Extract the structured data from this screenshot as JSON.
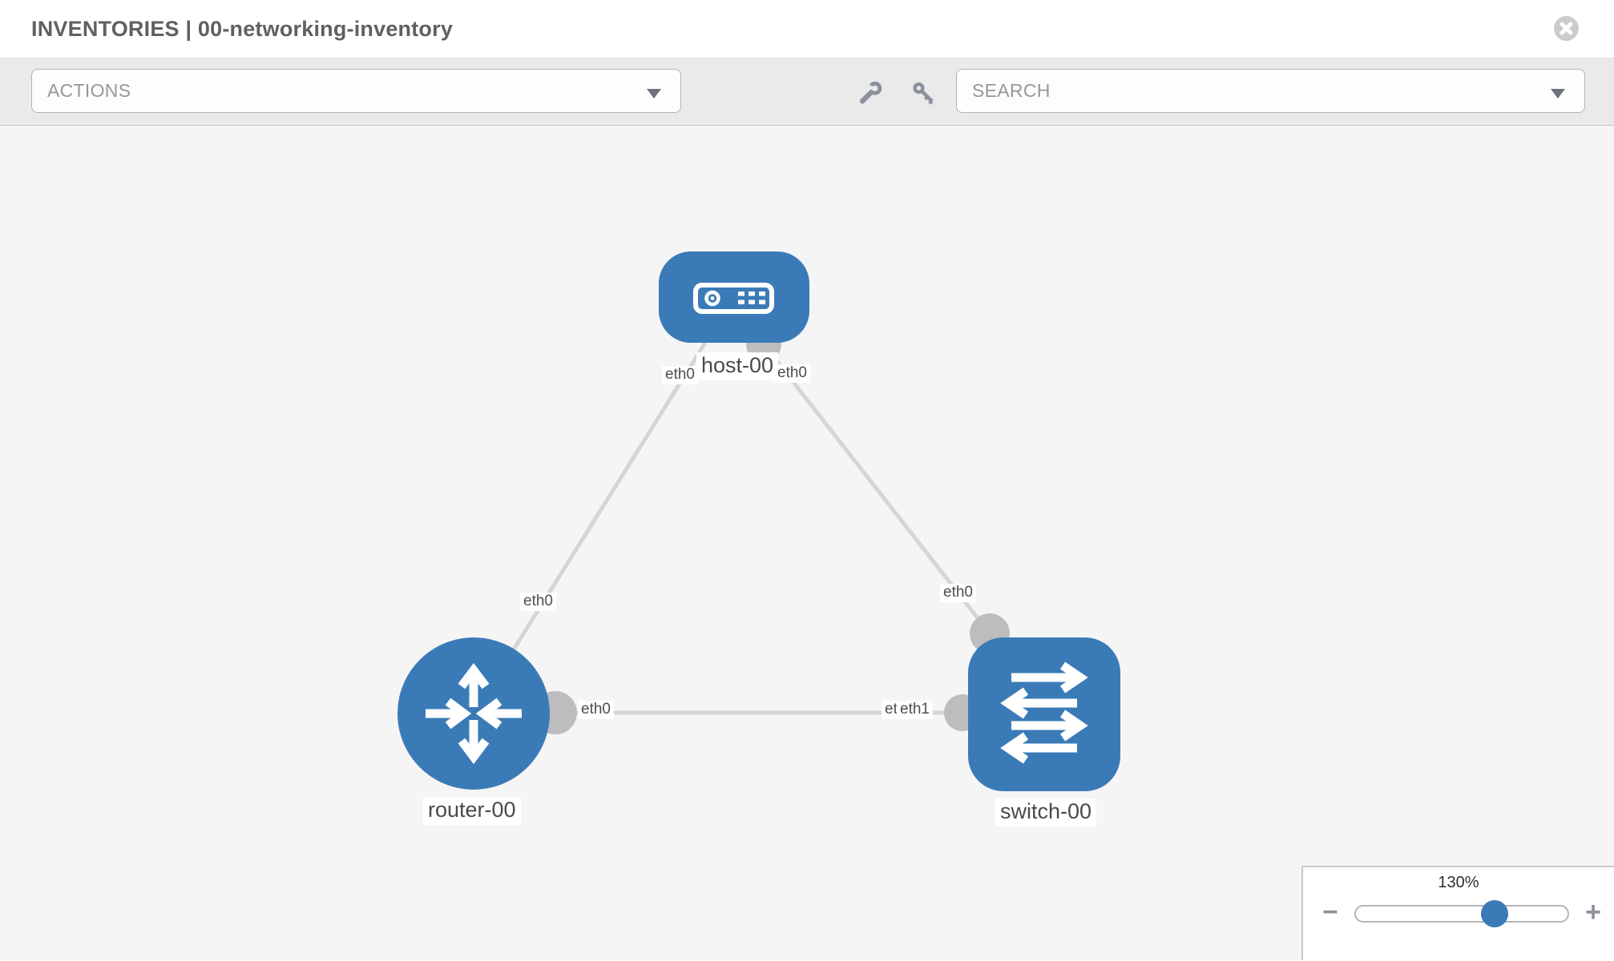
{
  "header": {
    "title": "INVENTORIES | 00-networking-inventory"
  },
  "toolbar": {
    "actions_label": "ACTIONS",
    "search_label": "SEARCH",
    "icons": [
      "wrench-icon",
      "key-icon"
    ]
  },
  "topology": {
    "nodes": [
      {
        "label": "host-00",
        "type": "host"
      },
      {
        "label": "router-00",
        "type": "router"
      },
      {
        "label": "switch-00",
        "type": "switch"
      }
    ],
    "links": [
      {
        "from": "host-00",
        "from_if": "eth0",
        "to": "router-00",
        "to_if": "eth0"
      },
      {
        "from": "host-00",
        "from_if": "eth0",
        "to": "switch-00",
        "to_if": "eth0"
      },
      {
        "from": "router-00",
        "from_if": "eth0",
        "to": "switch-00",
        "to_if": "eth1"
      }
    ],
    "labels": {
      "host_if_left": "eth0",
      "host_if_right": "eth0",
      "router_if_top": "eth0",
      "switch_if_top": "eth0",
      "router_if_right": "eth0",
      "switch_if_left_under": "eth0",
      "switch_if_left_over": "eth1"
    },
    "colors": {
      "node_blue": "#3a7bb7",
      "link_gray": "#d5d5d5",
      "endpoint_gray": "#bdbdbd"
    }
  },
  "zoom_control": {
    "value": "130%",
    "minus": "−",
    "plus": "+"
  }
}
